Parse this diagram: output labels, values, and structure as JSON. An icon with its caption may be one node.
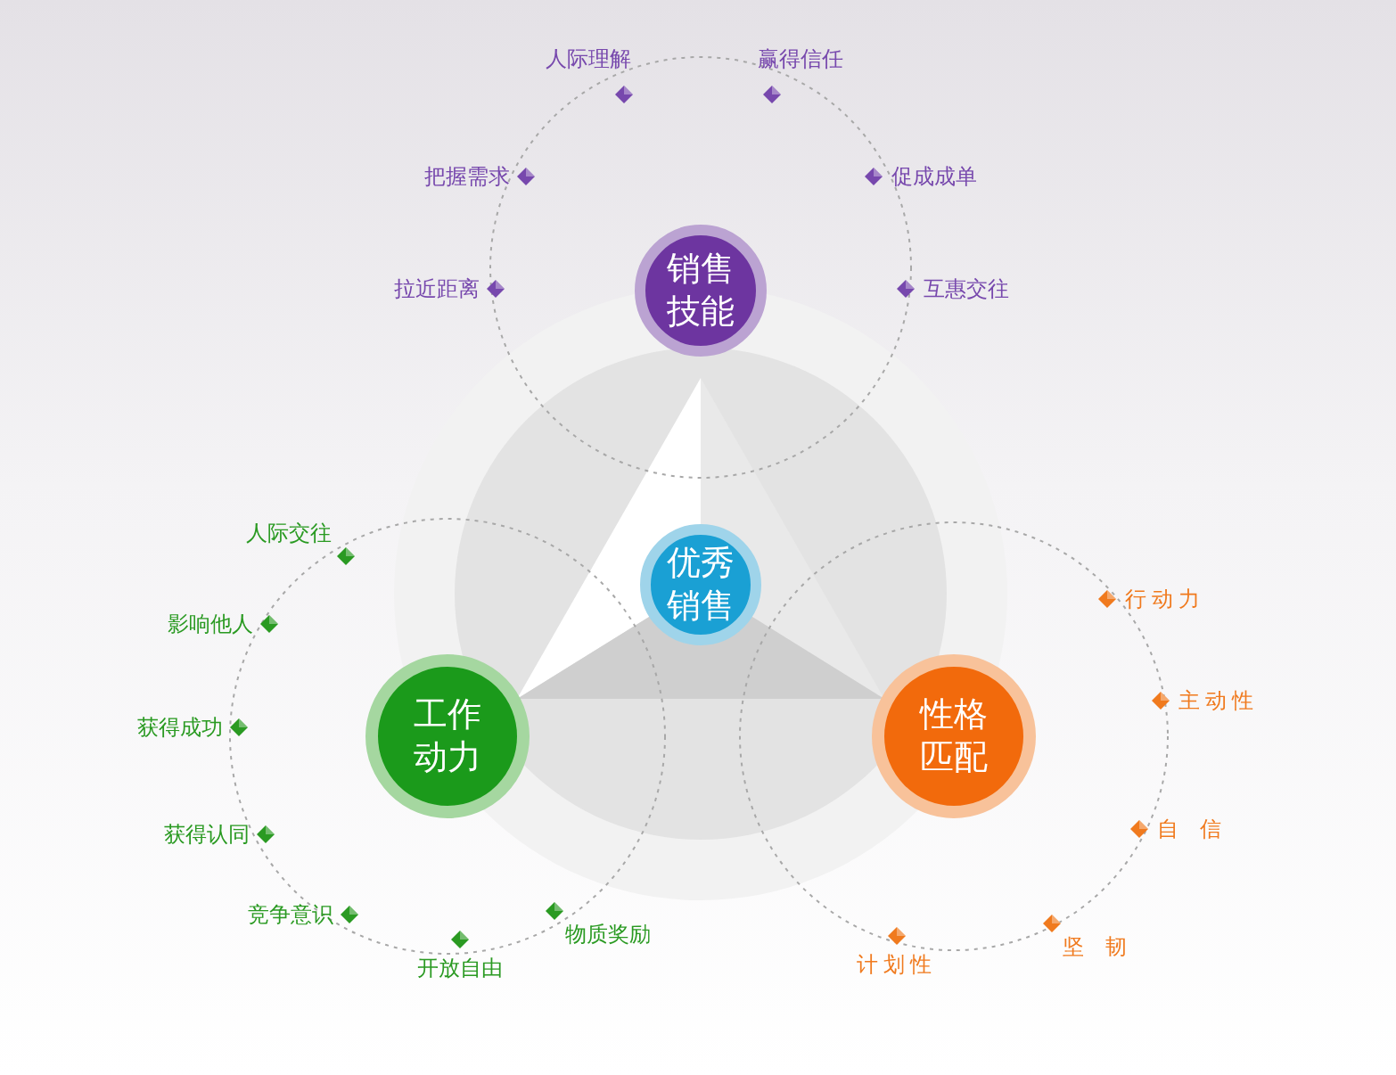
{
  "diagram": {
    "nodes": [
      {
        "text": [
          "优秀销售"
        ]
      },
      {
        "text": [
          "销售技能"
        ]
      },
      {
        "text": [
          "工作动力"
        ]
      },
      {
        "text": [
          "性格匹配"
        ]
      }
    ],
    "labels": [
      "人际理解",
      "赢得信任",
      "把握需求",
      "促成成单",
      "拉近距离",
      "互惠交往",
      "人际交往",
      "影响他人",
      "获得成功",
      "获得认同",
      "竞争意识",
      "物质奖励",
      "开放自由",
      "行动力",
      "主动性",
      "自信",
      "坚韧",
      "计划性"
    ]
  }
}
